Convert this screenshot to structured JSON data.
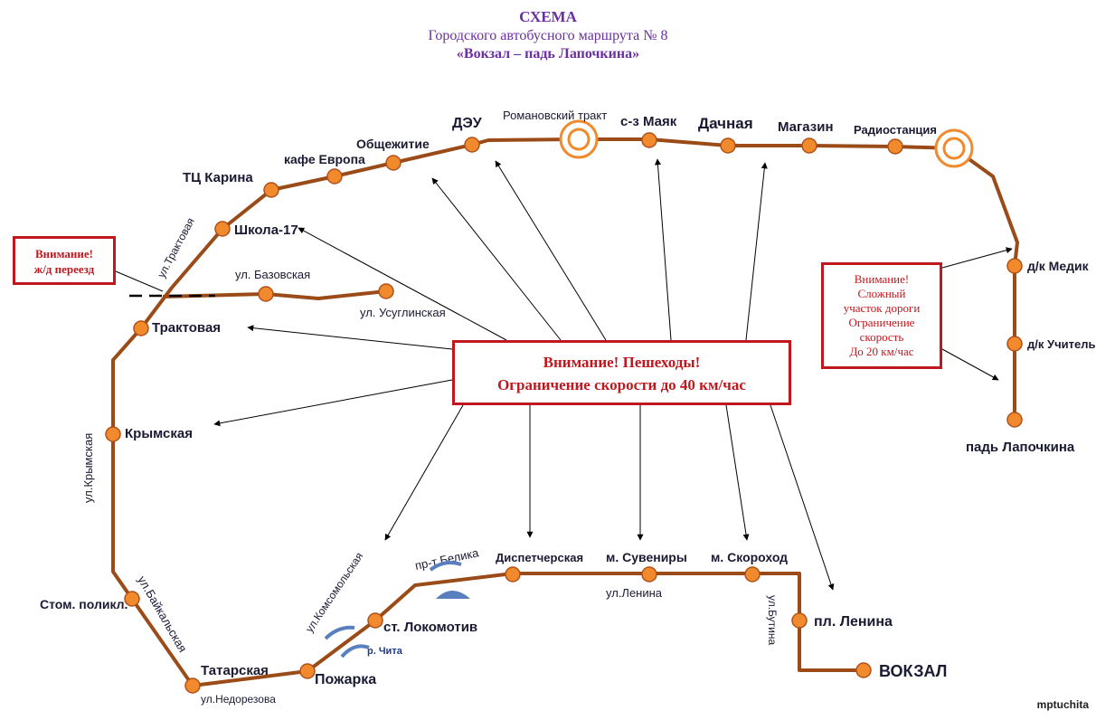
{
  "title": {
    "line1": "СХЕМА",
    "line2": "Городского автобусного маршрута № 8",
    "line3": "«Вокзал – падь Лапочкина»"
  },
  "colors": {
    "route": "#9a4b17",
    "stop_fill": "#f08a2c",
    "stop_stroke": "#b0501a",
    "warning": "#c0181e",
    "title": "#6a2fa0"
  },
  "stops": [
    {
      "id": "vokzal",
      "label": "ВОКЗАЛ"
    },
    {
      "id": "pl-lenina",
      "label": "пл. Ленина"
    },
    {
      "id": "m-skorohod",
      "label": "м. Скороход"
    },
    {
      "id": "m-suveniry",
      "label": "м. Сувениры"
    },
    {
      "id": "dispetcherskaya",
      "label": "Диспетчерская"
    },
    {
      "id": "st-lokomotiv",
      "label": "ст. Локомотив"
    },
    {
      "id": "pozharka",
      "label": "Пожарка"
    },
    {
      "id": "tatarskaya",
      "label": "Татарская"
    },
    {
      "id": "stom-polikl",
      "label": "Стом. поликл."
    },
    {
      "id": "krymskaya",
      "label": "Крымская"
    },
    {
      "id": "traktovaya",
      "label": "Трактовая"
    },
    {
      "id": "shkola-17",
      "label": "Школа-17"
    },
    {
      "id": "tc-karina",
      "label": "ТЦ Карина"
    },
    {
      "id": "kafe-evropa",
      "label": "кафе Европа"
    },
    {
      "id": "obshchezhitie",
      "label": "Общежитие"
    },
    {
      "id": "deu",
      "label": "ДЭУ"
    },
    {
      "id": "romanovsky-trakt",
      "label": "Романовский тракт"
    },
    {
      "id": "s-z-mayak",
      "label": "с-з Маяк"
    },
    {
      "id": "dachnaya",
      "label": "Дачная"
    },
    {
      "id": "magazin",
      "label": "Магазин"
    },
    {
      "id": "radiostanciya",
      "label": "Радиостанция"
    },
    {
      "id": "dk-medik",
      "label": "д/к Медик"
    },
    {
      "id": "dk-uchitel",
      "label": "д/к Учитель"
    },
    {
      "id": "pad-lapochkina",
      "label": "падь Лапочкина"
    }
  ],
  "branch_stops": [
    {
      "id": "ul-bazovskaya",
      "label": "ул. Базовская"
    },
    {
      "id": "ul-usuglinskaya",
      "label": "ул. Усуглинская"
    }
  ],
  "streets": [
    {
      "id": "ul-traktovaya",
      "label": "ул.Трактовая"
    },
    {
      "id": "ul-krymskaya",
      "label": "ул.Крымская"
    },
    {
      "id": "ul-baikalskaya",
      "label": "ул.Байкальская"
    },
    {
      "id": "ul-nedorezova",
      "label": "ул.Недорезова"
    },
    {
      "id": "ul-komsomolskaya",
      "label": "ул.Комсомольская"
    },
    {
      "id": "pr-t-belika",
      "label": "пр-т Белика"
    },
    {
      "id": "ul-lenina",
      "label": "ул.Ленина"
    },
    {
      "id": "ul-butina",
      "label": "ул.Бутина"
    },
    {
      "id": "r-chita",
      "label": "р. Чита"
    }
  ],
  "warnings": {
    "rail": {
      "line1": "Внимание!",
      "line2": "ж/д переезд"
    },
    "pedestrians": {
      "line1": "Внимание! Пешеходы!",
      "line2": "Ограничение скорости до 40 км/час"
    },
    "hard_section": {
      "line1": "Внимание!",
      "line2": "Сложный",
      "line3": "участок дороги",
      "line4": "Ограничение",
      "line5": "скорость",
      "line6": "До 20 км/час"
    }
  },
  "watermark": "mptuchita"
}
